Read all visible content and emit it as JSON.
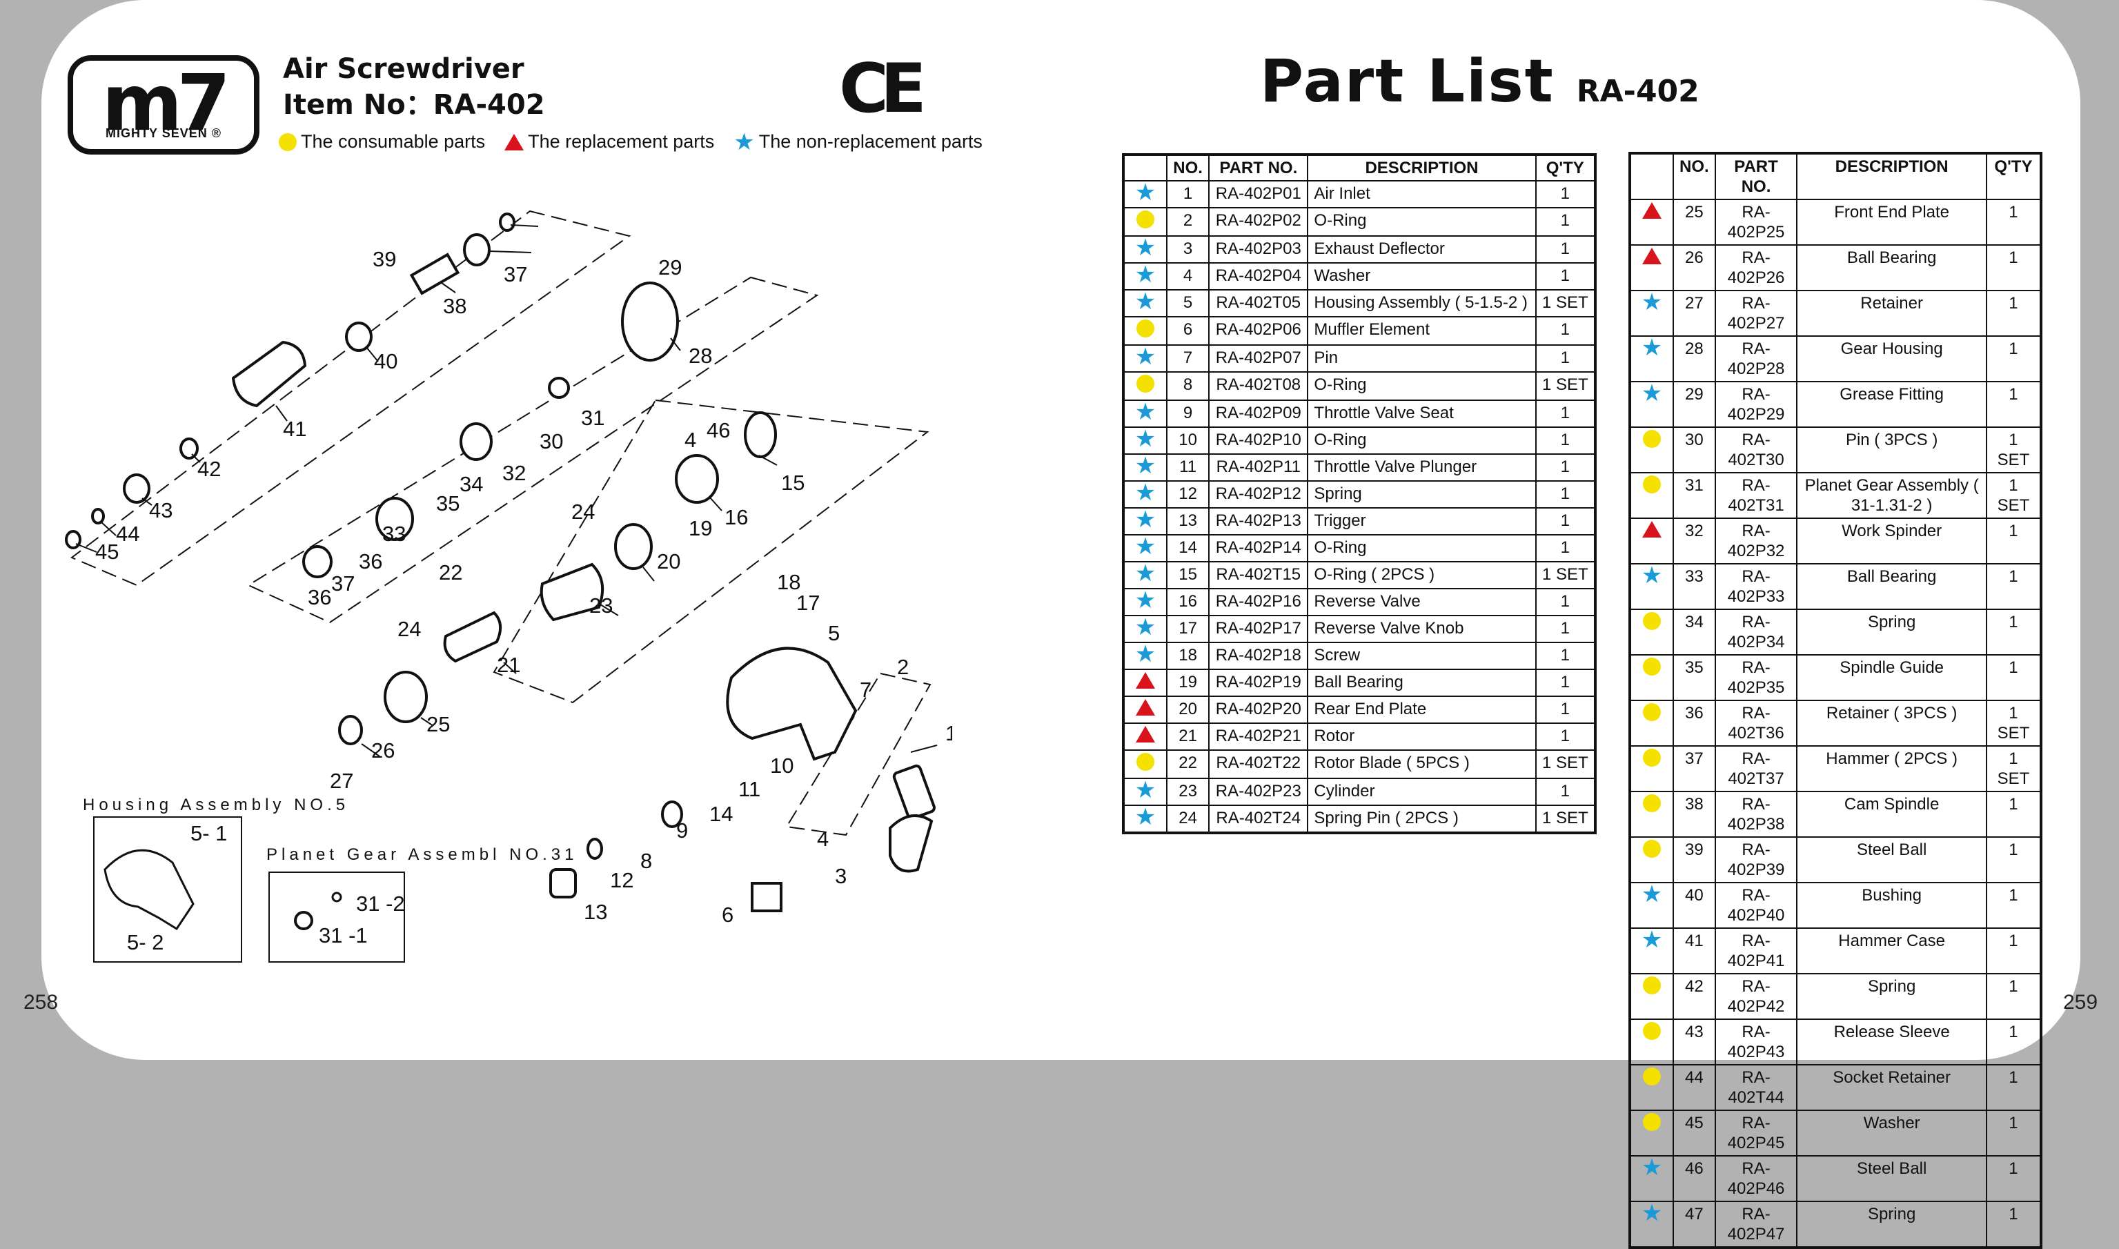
{
  "brand": {
    "logo_text": "m7",
    "logo_sub": "MIGHTY SEVEN ®"
  },
  "header": {
    "product": "Air Screwdriver",
    "item_no": "Item No：RA-402",
    "ce_mark": "CE"
  },
  "legend": [
    {
      "symbol": "dot",
      "color": "#f4e100",
      "label": "The consumable parts"
    },
    {
      "symbol": "triangle",
      "color": "#d8131b",
      "label": "The replacement parts"
    },
    {
      "symbol": "star",
      "color": "#1a9ad6",
      "label": "The non-replacement parts"
    }
  ],
  "part_list": {
    "title": "Part List",
    "model": "RA-402"
  },
  "columns": [
    "NO.",
    "PART NO.",
    "DESCRIPTION",
    "Q'TY"
  ],
  "parts_left": [
    {
      "mark": "star",
      "no": "1",
      "part_no": "RA-402P01",
      "desc": "Air Inlet",
      "qty": "1"
    },
    {
      "mark": "dot",
      "no": "2",
      "part_no": "RA-402P02",
      "desc": "O-Ring",
      "qty": "1"
    },
    {
      "mark": "star",
      "no": "3",
      "part_no": "RA-402P03",
      "desc": "Exhaust Deflector",
      "qty": "1"
    },
    {
      "mark": "star",
      "no": "4",
      "part_no": "RA-402P04",
      "desc": "Washer",
      "qty": "1"
    },
    {
      "mark": "star",
      "no": "5",
      "part_no": "RA-402T05",
      "desc": "Housing Assembly ( 5-1.5-2 )",
      "qty": "1 SET"
    },
    {
      "mark": "dot",
      "no": "6",
      "part_no": "RA-402P06",
      "desc": "Muffler Element",
      "qty": "1"
    },
    {
      "mark": "star",
      "no": "7",
      "part_no": "RA-402P07",
      "desc": "Pin",
      "qty": "1"
    },
    {
      "mark": "dot",
      "no": "8",
      "part_no": "RA-402T08",
      "desc": "O-Ring",
      "qty": "1 SET"
    },
    {
      "mark": "star",
      "no": "9",
      "part_no": "RA-402P09",
      "desc": "Throttle Valve Seat",
      "qty": "1"
    },
    {
      "mark": "star",
      "no": "10",
      "part_no": "RA-402P10",
      "desc": "O-Ring",
      "qty": "1"
    },
    {
      "mark": "star",
      "no": "11",
      "part_no": "RA-402P11",
      "desc": "Throttle Valve Plunger",
      "qty": "1"
    },
    {
      "mark": "star",
      "no": "12",
      "part_no": "RA-402P12",
      "desc": "Spring",
      "qty": "1"
    },
    {
      "mark": "star",
      "no": "13",
      "part_no": "RA-402P13",
      "desc": "Trigger",
      "qty": "1"
    },
    {
      "mark": "star",
      "no": "14",
      "part_no": "RA-402P14",
      "desc": "O-Ring",
      "qty": "1"
    },
    {
      "mark": "star",
      "no": "15",
      "part_no": "RA-402T15",
      "desc": "O-Ring ( 2PCS )",
      "qty": "1 SET"
    },
    {
      "mark": "star",
      "no": "16",
      "part_no": "RA-402P16",
      "desc": "Reverse Valve",
      "qty": "1"
    },
    {
      "mark": "star",
      "no": "17",
      "part_no": "RA-402P17",
      "desc": "Reverse Valve Knob",
      "qty": "1"
    },
    {
      "mark": "star",
      "no": "18",
      "part_no": "RA-402P18",
      "desc": "Screw",
      "qty": "1"
    },
    {
      "mark": "triangle",
      "no": "19",
      "part_no": "RA-402P19",
      "desc": "Ball Bearing",
      "qty": "1"
    },
    {
      "mark": "triangle",
      "no": "20",
      "part_no": "RA-402P20",
      "desc": "Rear End Plate",
      "qty": "1"
    },
    {
      "mark": "triangle",
      "no": "21",
      "part_no": "RA-402P21",
      "desc": "Rotor",
      "qty": "1"
    },
    {
      "mark": "dot",
      "no": "22",
      "part_no": "RA-402T22",
      "desc": "Rotor Blade ( 5PCS )",
      "qty": "1 SET"
    },
    {
      "mark": "star",
      "no": "23",
      "part_no": "RA-402P23",
      "desc": "Cylinder",
      "qty": "1"
    },
    {
      "mark": "star",
      "no": "24",
      "part_no": "RA-402T24",
      "desc": "Spring Pin ( 2PCS )",
      "qty": "1 SET"
    }
  ],
  "parts_right": [
    {
      "mark": "triangle",
      "no": "25",
      "part_no": "RA-402P25",
      "desc": "Front End Plate",
      "qty": "1"
    },
    {
      "mark": "triangle",
      "no": "26",
      "part_no": "RA-402P26",
      "desc": "Ball Bearing",
      "qty": "1"
    },
    {
      "mark": "star",
      "no": "27",
      "part_no": "RA-402P27",
      "desc": "Retainer",
      "qty": "1"
    },
    {
      "mark": "star",
      "no": "28",
      "part_no": "RA-402P28",
      "desc": "Gear Housing",
      "qty": "1"
    },
    {
      "mark": "star",
      "no": "29",
      "part_no": "RA-402P29",
      "desc": "Grease Fitting",
      "qty": "1"
    },
    {
      "mark": "dot",
      "no": "30",
      "part_no": "RA-402T30",
      "desc": "Pin ( 3PCS )",
      "qty": "1 SET"
    },
    {
      "mark": "dot",
      "no": "31",
      "part_no": "RA-402T31",
      "desc": "Planet Gear Assembly ( 31-1.31-2 )",
      "qty": "1 SET"
    },
    {
      "mark": "triangle",
      "no": "32",
      "part_no": "RA-402P32",
      "desc": "Work Spinder",
      "qty": "1"
    },
    {
      "mark": "star",
      "no": "33",
      "part_no": "RA-402P33",
      "desc": "Ball Bearing",
      "qty": "1"
    },
    {
      "mark": "dot",
      "no": "34",
      "part_no": "RA-402P34",
      "desc": "Spring",
      "qty": "1"
    },
    {
      "mark": "dot",
      "no": "35",
      "part_no": "RA-402P35",
      "desc": "Spindle Guide",
      "qty": "1"
    },
    {
      "mark": "dot",
      "no": "36",
      "part_no": "RA-402T36",
      "desc": "Retainer ( 3PCS )",
      "qty": "1 SET"
    },
    {
      "mark": "dot",
      "no": "37",
      "part_no": "RA-402T37",
      "desc": "Hammer ( 2PCS )",
      "qty": "1 SET"
    },
    {
      "mark": "dot",
      "no": "38",
      "part_no": "RA-402P38",
      "desc": "Cam Spindle",
      "qty": "1"
    },
    {
      "mark": "dot",
      "no": "39",
      "part_no": "RA-402P39",
      "desc": "Steel Ball",
      "qty": "1"
    },
    {
      "mark": "star",
      "no": "40",
      "part_no": "RA-402P40",
      "desc": "Bushing",
      "qty": "1"
    },
    {
      "mark": "star",
      "no": "41",
      "part_no": "RA-402P41",
      "desc": "Hammer Case",
      "qty": "1"
    },
    {
      "mark": "dot",
      "no": "42",
      "part_no": "RA-402P42",
      "desc": "Spring",
      "qty": "1"
    },
    {
      "mark": "dot",
      "no": "43",
      "part_no": "RA-402P43",
      "desc": "Release Sleeve",
      "qty": "1"
    },
    {
      "mark": "dot",
      "no": "44",
      "part_no": "RA-402T44",
      "desc": "Socket Retainer",
      "qty": "1"
    },
    {
      "mark": "dot",
      "no": "45",
      "part_no": "RA-402P45",
      "desc": "Washer",
      "qty": "1"
    },
    {
      "mark": "star",
      "no": "46",
      "part_no": "RA-402P46",
      "desc": "Steel Ball",
      "qty": "1"
    },
    {
      "mark": "star",
      "no": "47",
      "part_no": "RA-402P47",
      "desc": "Spring",
      "qty": "1"
    }
  ],
  "diagram": {
    "callouts": [
      "1",
      "2",
      "3",
      "4",
      "4",
      "5",
      "6",
      "7",
      "8",
      "9",
      "10",
      "11",
      "12",
      "13",
      "14",
      "15",
      "16",
      "17",
      "18",
      "19",
      "20",
      "21",
      "22",
      "23",
      "24",
      "24",
      "25",
      "26",
      "27",
      "28",
      "29",
      "30",
      "31",
      "32",
      "33",
      "34",
      "35",
      "36",
      "36",
      "37",
      "37",
      "38",
      "39",
      "40",
      "41",
      "42",
      "43",
      "44",
      "45",
      "46"
    ],
    "housing_label": "Housing Assembly NO.5",
    "housing_callouts": [
      "5- 1",
      "5- 2"
    ],
    "planet_label": "Planet Gear Assembl NO.31",
    "planet_callouts": [
      "31 -2",
      "31 -1"
    ]
  },
  "page_numbers": {
    "left": "258",
    "right": "259"
  }
}
